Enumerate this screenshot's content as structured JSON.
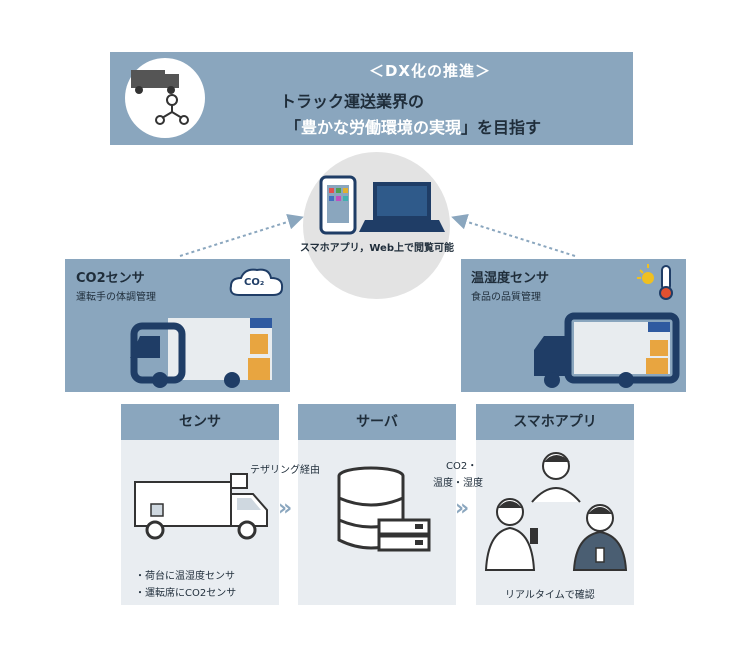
{
  "banner": {
    "heading": "＜DX化の推進＞",
    "line1": "トラック運送業界の",
    "line2_open": "「",
    "line2_highlight": "豊かな労働環境の実現",
    "line2_close": "」を目指す"
  },
  "center": {
    "label": "スマホアプリ，Web上で閲覧可能"
  },
  "left_panel": {
    "title": "CO2センサ",
    "subtitle": "運転手の体調管理",
    "badge": "CO₂"
  },
  "right_panel": {
    "title": "温湿度センサ",
    "subtitle": "食品の品質管理"
  },
  "columns": [
    {
      "header": "センサ",
      "notes": [
        "・荷台に温湿度センサ",
        "・運転席にCO2センサ"
      ]
    },
    {
      "header": "サーバ"
    },
    {
      "header": "スマホアプリ",
      "caption": "リアルタイムで確認"
    }
  ],
  "flow": {
    "tethering": "テザリング経由",
    "data_line1": "CO2・",
    "data_line2": "温度・湿度"
  },
  "colors": {
    "panel": "#8aa6be",
    "light": "#e9edf1",
    "dark": "#1f3d66",
    "text": "#1f2d3a"
  }
}
